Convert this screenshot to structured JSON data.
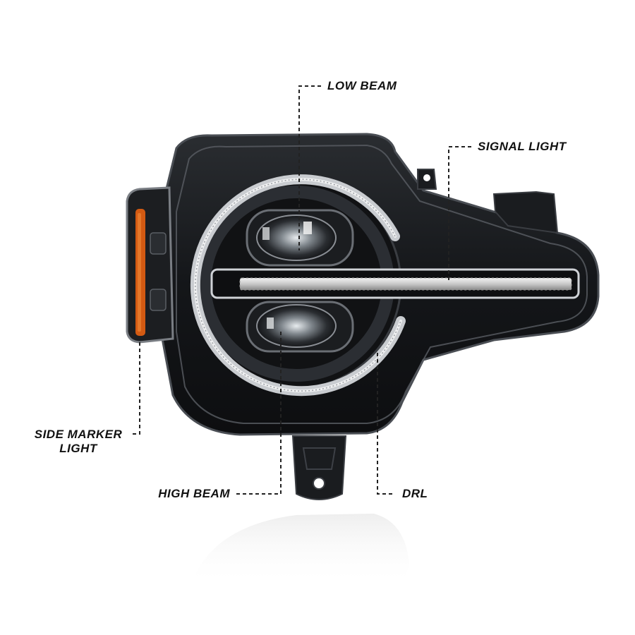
{
  "labels": {
    "low_beam": "LOW BEAM",
    "signal_light": "SIGNAL LIGHT",
    "side_marker_line1": "SIDE MARKER",
    "side_marker_line2": "LIGHT",
    "high_beam": "HIGH BEAM",
    "drl": "DRL"
  },
  "colors": {
    "housing": "#16181b",
    "ring": "#c9ccd0",
    "amber": "#d35a12",
    "label": "#111111",
    "leader": "#222222"
  }
}
